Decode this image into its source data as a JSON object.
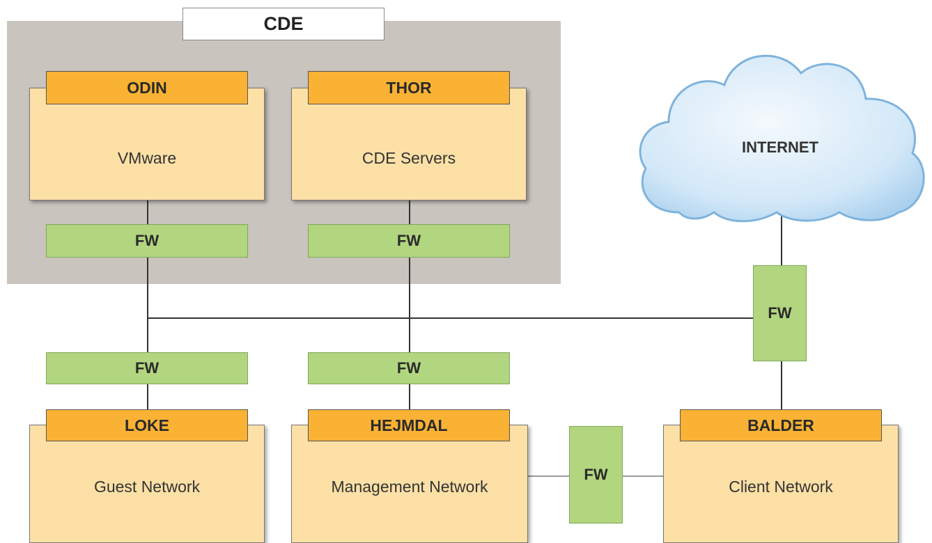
{
  "cde": {
    "label": "CDE"
  },
  "nodes": {
    "odin": {
      "tab": "ODIN",
      "body": "VMware"
    },
    "thor": {
      "tab": "THOR",
      "body": "CDE Servers"
    },
    "loke": {
      "tab": "LOKE",
      "body": "Guest Network"
    },
    "hejmdal": {
      "tab": "HEJMDAL",
      "body": "Management Network"
    },
    "balder": {
      "tab": "BALDER",
      "body": "Client Network"
    }
  },
  "firewalls": {
    "odin_fw": "FW",
    "thor_fw": "FW",
    "loke_fw": "FW",
    "hejmdal_fw": "FW",
    "internet_fw": "FW",
    "mgmt_client_fw": "FW"
  },
  "internet": {
    "label": "INTERNET"
  },
  "colors": {
    "cde_zone": "#c9c4bd",
    "node_body": "#fde0a6",
    "node_tab": "#f9b233",
    "firewall": "#b1d67f",
    "cloud": "#cfe6f7"
  }
}
